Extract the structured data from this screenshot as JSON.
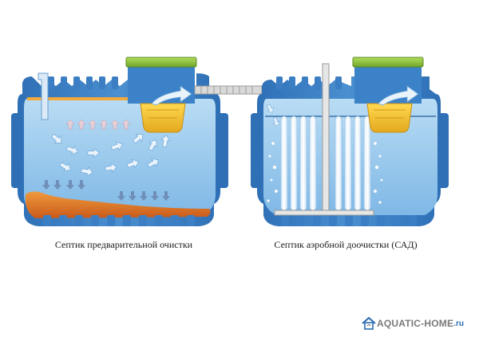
{
  "captions": {
    "left_tank": "Септик предварительной очистки",
    "right_tank": "Септик аэробной доочистки (САД)"
  },
  "watermark": {
    "brand": "AQUATIC-HOME",
    "suffix": ".ru"
  },
  "colors": {
    "tank_body": "#4a8fd0",
    "tank_dark": "#2e6fb5",
    "water": "#8ec3ea",
    "water_light": "#b9dcf4",
    "sludge": "#e2762a",
    "scum": "#f2a93b",
    "filter_basket": "#f5c93a",
    "lid": "#8dc63f",
    "arrow_fill": "#e8f3fb",
    "logo_blue": "#2a6db0",
    "logo_gray": "#7a7a7a"
  },
  "icons": {
    "logo": "house-icon",
    "flow_arrows": "arrow-icon",
    "settling_arrows": "down-arrow-icon",
    "rising_arrows": "up-arrow-icon",
    "bubbles": "air-bubble-icon"
  }
}
